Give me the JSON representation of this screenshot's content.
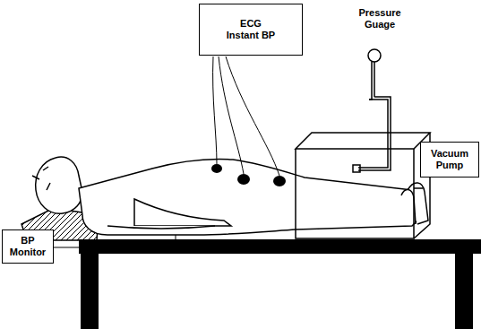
{
  "diagram": {
    "nodes": [
      {
        "text": [
          "ECG",
          "Instant BP"
        ]
      },
      {
        "text": [
          "Vacuum Pump"
        ]
      },
      {
        "text": [
          "BP Monitor"
        ]
      }
    ],
    "labels": [
      "Pressure Guage"
    ]
  }
}
